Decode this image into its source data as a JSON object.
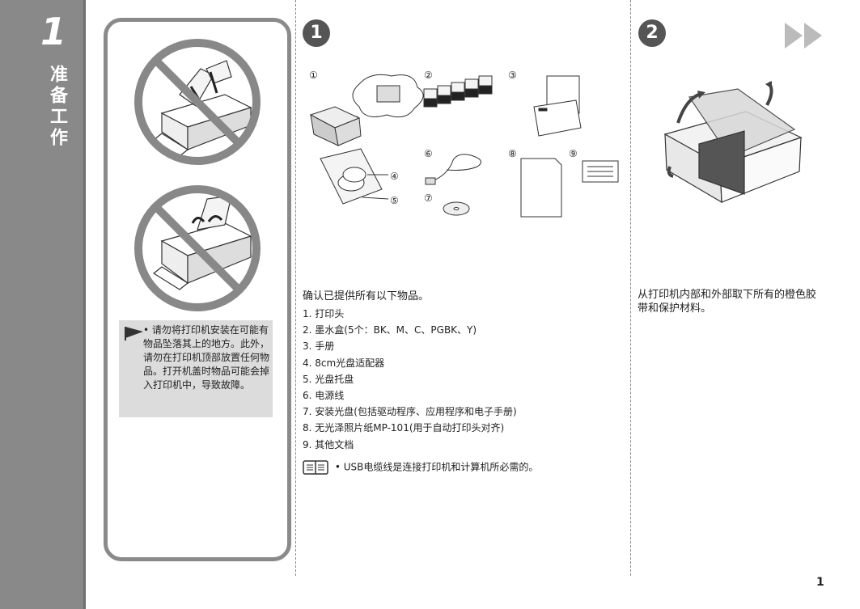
{
  "chapter": {
    "number": "1",
    "title": "准备工作"
  },
  "caution": {
    "bullet": "•",
    "text": "请勿将打印机安装在可能有物品坠落其上的地方。此外，请勿在打印机顶部放置任何物品。打开机盖时物品可能会掉入打印机中，导致故障。"
  },
  "step1": {
    "badge": "1",
    "callouts": [
      "①",
      "②",
      "③",
      "④",
      "⑤",
      "⑥",
      "⑦",
      "⑧",
      "⑨"
    ],
    "intro": "确认已提供所有以下物品。",
    "items": [
      "1. 打印头",
      "2. 墨水盒(5个：BK、M、C、PGBK、Y)",
      "3. 手册",
      "4. 8cm光盘适配器",
      "5. 光盘托盘",
      "6. 电源线",
      "7. 安装光盘(包括驱动程序、应用程序和电子手册)",
      "8. 无光泽照片纸MP-101(用于自动打印头对齐)",
      "9. 其他文档"
    ],
    "note_bullet": "•",
    "note": "USB电缆线是连接打印机和计算机所必需的。"
  },
  "step2": {
    "badge": "2",
    "text": "从打印机内部和外部取下所有的橙色胶带和保护材料。"
  },
  "page_number": "1",
  "colors": {
    "sidebar": "#898989",
    "panel_border": "#8a8a8a",
    "caution_bg": "#dcdcdc",
    "badge": "#555555"
  }
}
